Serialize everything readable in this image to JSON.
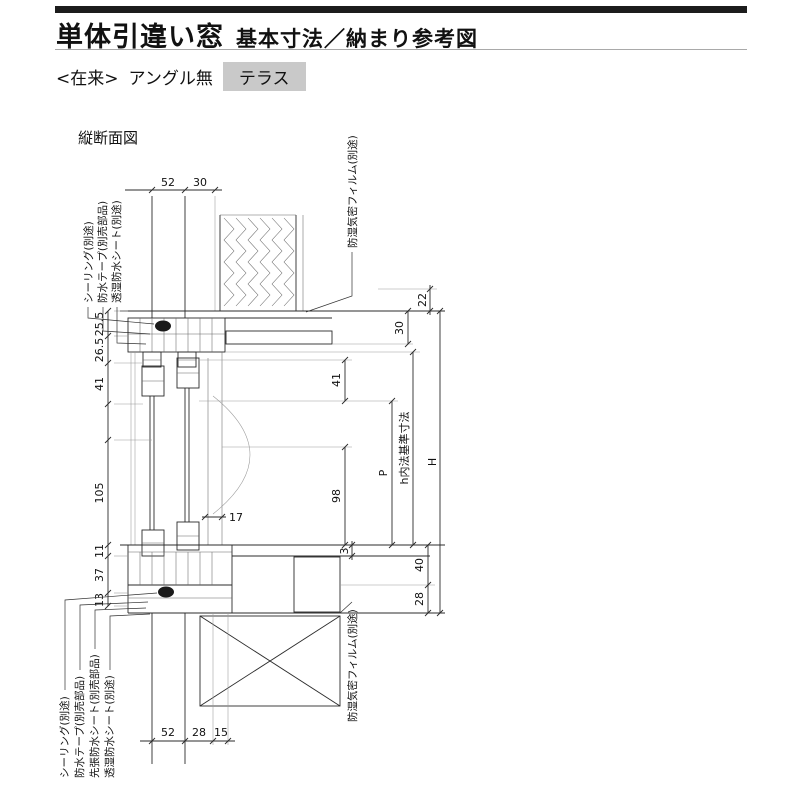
{
  "header": {
    "title": "単体引違い窓",
    "subtitle": "基本寸法／納まり参考図"
  },
  "spec": {
    "construction": "<在来>",
    "angle": "アングル無",
    "badge": "テラス"
  },
  "colors": {
    "title_bar": "#1c1c1c",
    "badge_bg": "#c9c9c9"
  },
  "drawing": {
    "view_label": "縦断面図",
    "dims": {
      "top": [
        "52",
        "30"
      ],
      "left": [
        "25.5",
        "26.5",
        "41",
        "105",
        "11",
        "37",
        "13"
      ],
      "mid": [
        "41",
        "98",
        "17",
        "3"
      ],
      "right": [
        "22",
        "30",
        "40",
        "28"
      ],
      "overall": [
        "H",
        "P",
        "h内法基準寸法"
      ],
      "bottom": [
        "52",
        "28",
        "15"
      ]
    },
    "callouts": {
      "top_left": [
        "シーリング(別途)",
        "防水テープ(別売部品)",
        "透湿防水シート(別途)"
      ],
      "top_right": "防湿気密フィルム(別途)",
      "bottom_left": [
        "シーリング(別途)",
        "防水テープ(別売部品)",
        "先張防水シート(別売部品)",
        "透湿防水シート(別途)"
      ],
      "bottom_right": "防湿気密フィルム(別途)"
    }
  }
}
